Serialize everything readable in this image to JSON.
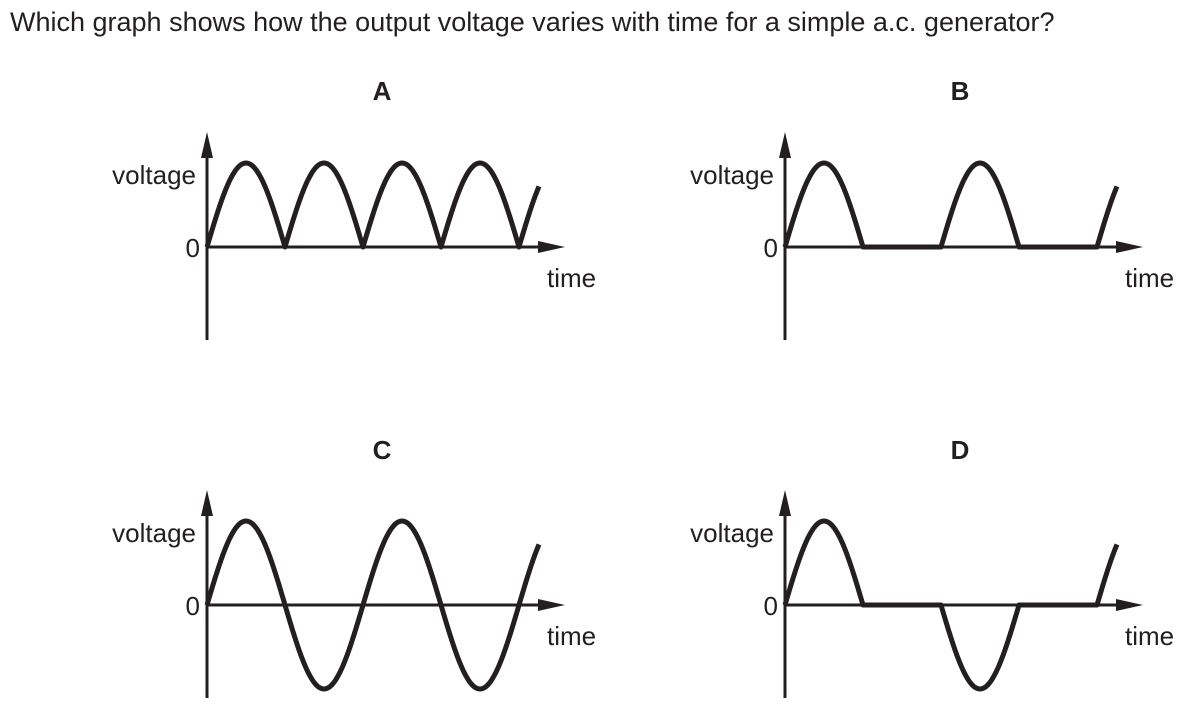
{
  "question": "Which graph shows how the output voltage varies with time for a simple a.c. generator?",
  "axis_labels": {
    "y": "voltage",
    "x": "time",
    "origin": "0"
  },
  "options": [
    {
      "letter": "A",
      "waveform": "full-wave rectified"
    },
    {
      "letter": "B",
      "waveform": "half-wave rectified"
    },
    {
      "letter": "C",
      "waveform": "alternating sine"
    },
    {
      "letter": "D",
      "waveform": "alternating pulses with gaps"
    }
  ],
  "colors": {
    "ink": "#231f20",
    "background": "#ffffff"
  }
}
